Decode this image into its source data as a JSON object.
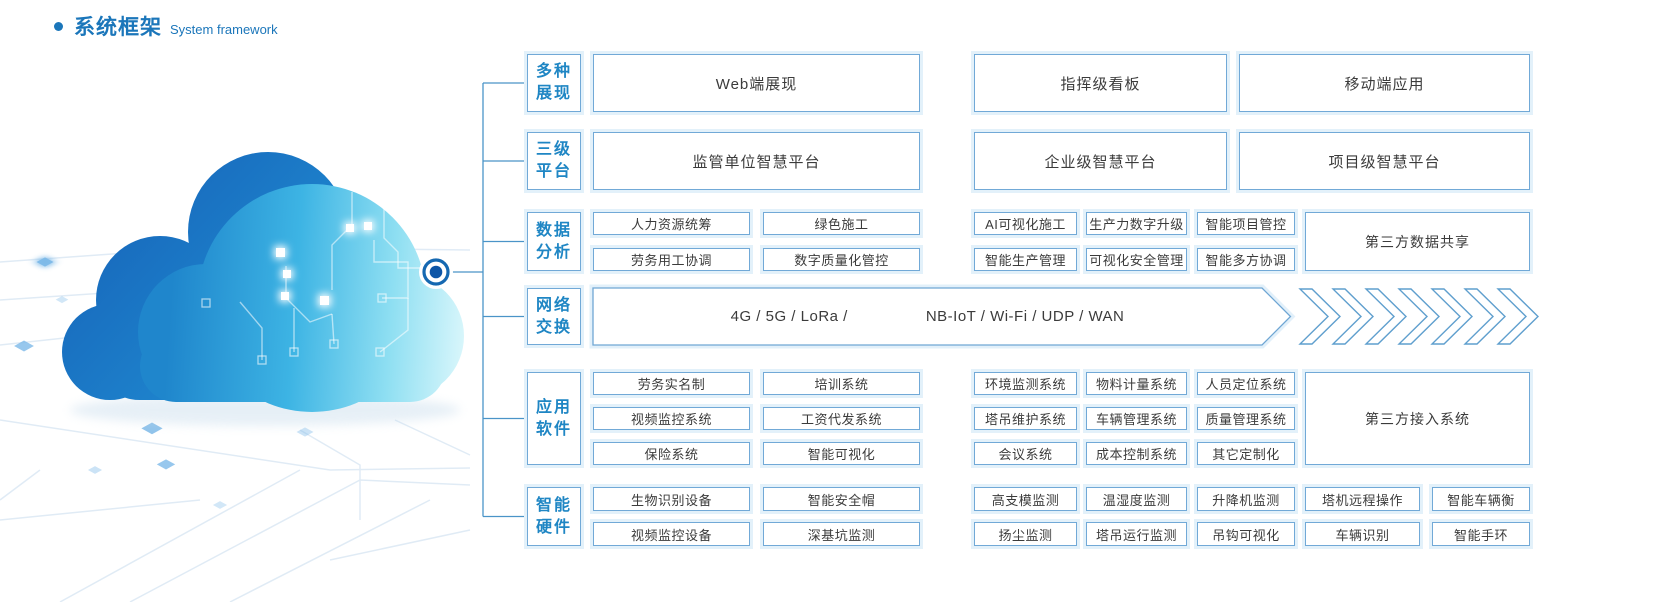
{
  "title": {
    "zh": "系统框架",
    "en": "System framework"
  },
  "colors": {
    "accent": "#1b76ba",
    "box_border": "#71a9d7",
    "label_text": "#1f86c4",
    "connector_line": "#4a94c8",
    "body_text": "#3b3b3b",
    "box_halo": "#e3f1fa"
  },
  "rows": [
    {
      "id": "display",
      "label_lines": [
        "多种",
        "展现"
      ],
      "boxes": [
        "Web端展现",
        "指挥级看板",
        "移动端应用"
      ]
    },
    {
      "id": "platform",
      "label_lines": [
        "三级",
        "平台"
      ],
      "boxes": [
        "监管单位智慧平台",
        "企业级智慧平台",
        "项目级智慧平台"
      ]
    },
    {
      "id": "data-analysis",
      "label_lines": [
        "数据",
        "分析"
      ],
      "grid": [
        [
          "人力资源统筹",
          "绿色施工",
          "AI可视化施工",
          "生产力数字升级",
          "智能项目管控"
        ],
        [
          "劳务用工协调",
          "数字质量化管控",
          "智能生产管理",
          "可视化安全管理",
          "智能多方协调"
        ]
      ],
      "side_box": "第三方数据共享"
    },
    {
      "id": "network",
      "label_lines": [
        "网络",
        "交换"
      ],
      "segments": [
        "4G / 5G / LoRa /",
        "NB-IoT / Wi-Fi / UDP / WAN"
      ],
      "chevron_count": 7
    },
    {
      "id": "app-software",
      "label_lines": [
        "应用",
        "软件"
      ],
      "grid": [
        [
          "劳务实名制",
          "培训系统",
          "环境监测系统",
          "物料计量系统",
          "人员定位系统"
        ],
        [
          "视频监控系统",
          "工资代发系统",
          "塔吊维护系统",
          "车辆管理系统",
          "质量管理系统"
        ],
        [
          "保险系统",
          "智能可视化",
          "会议系统",
          "成本控制系统",
          "其它定制化"
        ]
      ],
      "side_box": "第三方接入系统"
    },
    {
      "id": "hardware",
      "label_lines": [
        "智能",
        "硬件"
      ],
      "grid": [
        [
          "生物识别设备",
          "智能安全帽",
          "高支模监测",
          "温湿度监测",
          "升降机监测",
          "塔机远程操作",
          "智能车辆衡"
        ],
        [
          "视频监控设备",
          "深基坑监测",
          "扬尘监测",
          "塔吊运行监测",
          "吊钩可视化",
          "车辆识别",
          "智能手环"
        ]
      ]
    }
  ]
}
